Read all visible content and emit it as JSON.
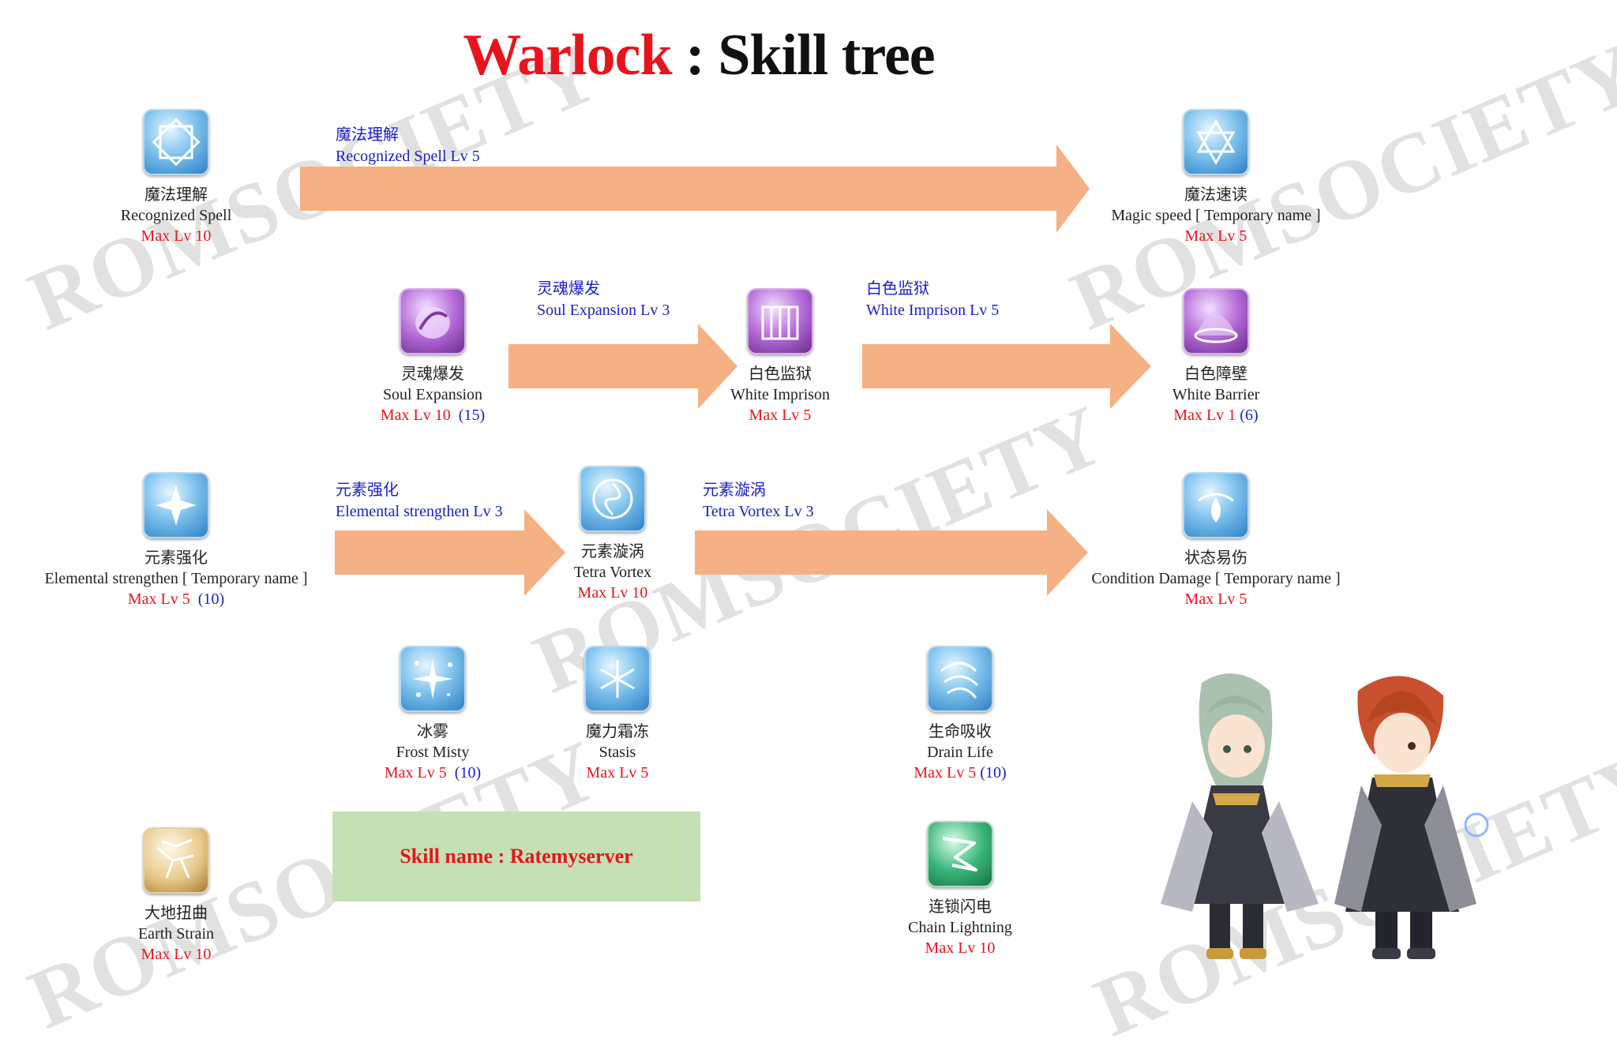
{
  "title": {
    "class_name": "Warlock",
    "separator": ":",
    "rest": "Skill tree"
  },
  "watermark": "ROMSOCIETY",
  "prereq_labels": [
    {
      "cn": "魔法理解",
      "en": "Recognized Spell Lv 5"
    },
    {
      "cn": "灵魂爆发",
      "en": "Soul Expansion Lv 3"
    },
    {
      "cn": "白色监狱",
      "en": "White Imprison Lv 5"
    },
    {
      "cn": "元素强化",
      "en": "Elemental strengthen Lv 3"
    },
    {
      "cn": "元素漩涡",
      "en": "Tetra Vortex Lv 3"
    }
  ],
  "skills": {
    "recognized_spell": {
      "cn": "魔法理解",
      "en": "Recognized Spell",
      "max": "Max Lv 10",
      "extra": ""
    },
    "magic_speed": {
      "cn": "魔法速读",
      "en": "Magic speed [ Temporary name ]",
      "max": "Max Lv 5",
      "extra": ""
    },
    "soul_expansion": {
      "cn": "灵魂爆发",
      "en": "Soul Expansion",
      "max": "Max Lv 10",
      "extra": "(15)"
    },
    "white_imprison": {
      "cn": "白色监狱",
      "en": "White Imprison",
      "max": "Max Lv 5",
      "extra": ""
    },
    "white_barrier": {
      "cn": "白色障壁",
      "en": "White Barrier",
      "max": "Max Lv 1",
      "extra": "(6)"
    },
    "elemental_strengthen": {
      "cn": "元素强化",
      "en": "Elemental strengthen [ Temporary name ]",
      "max": "Max Lv 5",
      "extra": "(10)"
    },
    "tetra_vortex": {
      "cn": "元素漩涡",
      "en": "Tetra Vortex",
      "max": "Max Lv 10",
      "extra": ""
    },
    "condition_damage": {
      "cn": "状态易伤",
      "en": "Condition Damage [ Temporary name ]",
      "max": "Max Lv 5",
      "extra": ""
    },
    "frost_misty": {
      "cn": "冰雾",
      "en": "Frost Misty",
      "max": "Max Lv 5",
      "extra": "(10)"
    },
    "stasis": {
      "cn": "魔力霜冻",
      "en": "Stasis",
      "max": "Max Lv 5",
      "extra": ""
    },
    "drain_life": {
      "cn": "生命吸收",
      "en": "Drain Life",
      "max": "Max Lv 5",
      "extra": "(10)"
    },
    "earth_strain": {
      "cn": "大地扭曲",
      "en": "Earth Strain",
      "max": "Max Lv 10",
      "extra": ""
    },
    "chain_lightning": {
      "cn": "连锁闪电",
      "en": "Chain Lightning",
      "max": "Max Lv 10",
      "extra": ""
    }
  },
  "skill_name_box": "Skill name : Ratemyserver",
  "colors": {
    "class_title": "#e8141c",
    "max_level": "#e8141c",
    "prereq_text": "#1a20c8",
    "arrow_fill": "#f5b183",
    "skill_name_box_bg": "#c5e0b4"
  }
}
